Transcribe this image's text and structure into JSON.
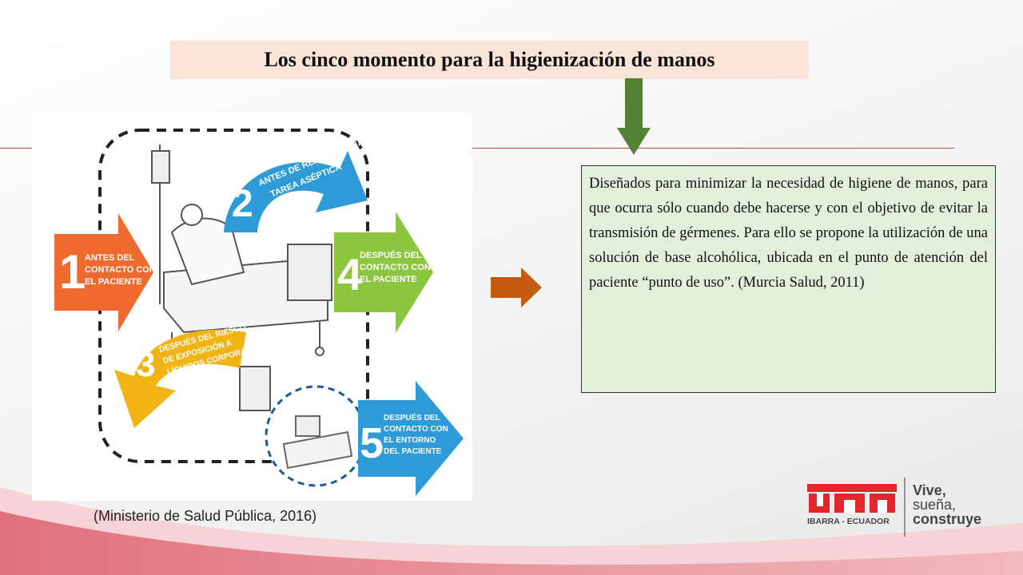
{
  "slide": {
    "title": "Los cinco momento para la higienización de manos",
    "caption": "(Ministerio de Salud Pública, 2016)",
    "description": "Diseñados para minimizar la necesidad de higiene de manos, para que ocurra sólo cuando debe hacerse y con el objetivo de evitar la transmisión de gérmenes. Para ello se propone la utilización de una solución de base alcohólica, ubicada en el punto de atención del paciente “punto de uso”. (Murcia Salud, 2011)"
  },
  "figure": {
    "moments": [
      {
        "number": "1",
        "lines": [
          "ANTES DEL",
          "CONTACTO CON",
          "EL PACIENTE"
        ],
        "color": "#ee6a2f"
      },
      {
        "number": "2",
        "lines": [
          "ANTES DE REALIZAR UNA",
          "TAREA ASÉPTICA"
        ],
        "color": "#2e9ad8"
      },
      {
        "number": "3",
        "lines": [
          "DESPUÉS DEL RIESGO",
          "DE EXPOSICIÓN A",
          "LÍQUIDOS CORPORALES"
        ],
        "color": "#f2b315"
      },
      {
        "number": "4",
        "lines": [
          "DESPUÉS DEL",
          "CONTACTO CON",
          "EL PACIENTE"
        ],
        "color": "#8cc63f"
      },
      {
        "number": "5",
        "lines": [
          "DESPUÉS DEL",
          "CONTACTO CON",
          "EL ENTORNO",
          "DEL PACIENTE"
        ],
        "color": "#2e9ad8"
      }
    ]
  },
  "logo": {
    "brand": "UTN",
    "location": "IBARRA - ECUADOR",
    "slogan_1": "Vive,",
    "slogan_2": "sueña,",
    "slogan_3": "construye",
    "brand_color": "#e3262b"
  },
  "colors": {
    "arrow_right": "#c55a11",
    "arrow_down": "#548235",
    "title_bg": "#fae3d7",
    "text_bg": "#e2efda"
  }
}
